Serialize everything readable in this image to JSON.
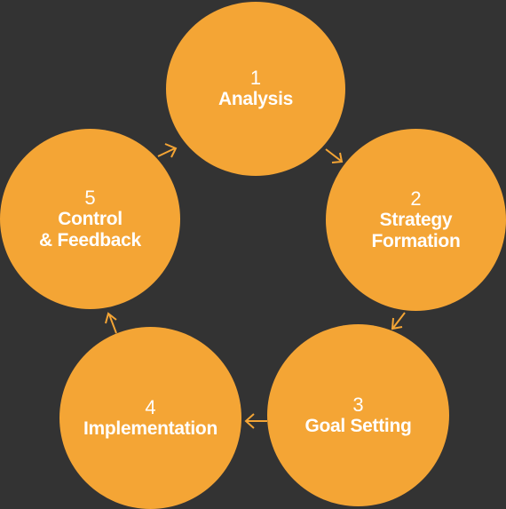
{
  "diagram": {
    "type": "cycle",
    "background_color": "#333333",
    "node_color": "#F4A535",
    "text_color": "#FFFFFF",
    "arrow_color": "#F4A535",
    "steps": [
      {
        "number": "1",
        "title": "Analysis"
      },
      {
        "number": "2",
        "title": "Strategy\nFormation"
      },
      {
        "number": "3",
        "title": "Goal Setting"
      },
      {
        "number": "4",
        "title": "Implementation"
      },
      {
        "number": "5",
        "title": "Control\n& Feedback"
      }
    ]
  }
}
